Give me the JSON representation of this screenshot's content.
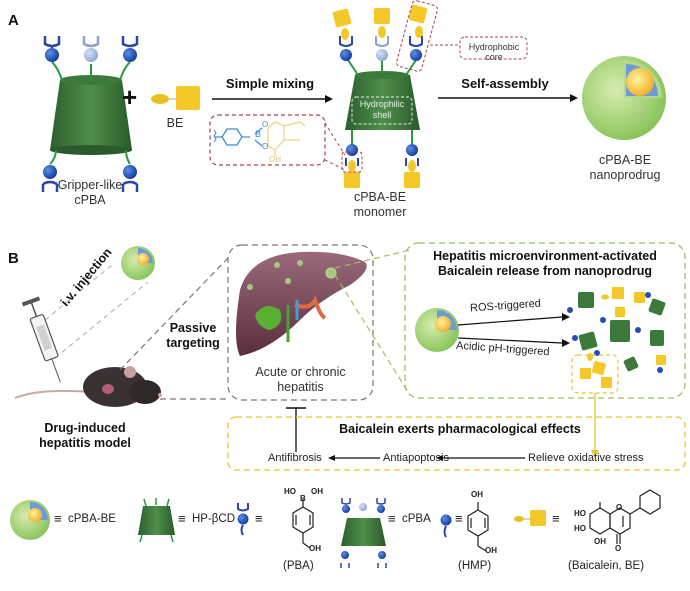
{
  "panels": {
    "a": {
      "label": "A",
      "gripper_label_1": "Gripper-like",
      "gripper_label_2": "cPBA",
      "plus": "+",
      "be_label": "BE",
      "simple_mixing": "Simple mixing",
      "self_assembly": "Self-assembly",
      "hydrophobic_core": "Hydrophobic core",
      "hydrophilic_shell_1": "Hydrophilic",
      "hydrophilic_shell_2": "shell",
      "monomer_label_1": "cPBA-BE",
      "monomer_label_2": "monomer",
      "nanoprodrug_label_1": "cPBA-BE",
      "nanoprodrug_label_2": "nanoprodrug",
      "structure": {
        "boron": "B",
        "o1": "O",
        "o2": "O",
        "oh": "OH"
      }
    },
    "b": {
      "label": "B",
      "iv_injection": "i.v. injection",
      "passive_targeting_1": "Passive",
      "passive_targeting_2": "targeting",
      "model_label_1": "Drug-induced",
      "model_label_2": "hepatitis model",
      "liver_label_1": "Acute or chronic",
      "liver_label_2": "hepatitis",
      "release_title_1": "Hepatitis microenvironment-activated",
      "release_title_2": "Baicalein release from nanoprodrug",
      "ros_triggered": "ROS-triggered",
      "acidic_triggered": "Acidic pH-triggered",
      "effects_title": "Baicalein exerts pharmacological effects",
      "effects": [
        "Antifibrosis",
        "Antiapoptosis",
        "Relieve oxidative stress"
      ]
    }
  },
  "legend": {
    "equiv": "≡",
    "items": [
      {
        "icon": "nanoparticle-icon",
        "label": "cPBA-BE"
      },
      {
        "icon": "cyclodextrin-icon",
        "label": "HP-βCD"
      },
      {
        "icon": "pba-ligand-icon",
        "label": "(PBA)"
      },
      {
        "icon": "cpba-icon",
        "label": "cPBA"
      },
      {
        "icon": "hmp-ligand-icon",
        "label": "(HMP)"
      },
      {
        "icon": "baicalein-icon",
        "label": "(Baicalein, BE)"
      }
    ],
    "pba_labels": {
      "ho": "HO",
      "oh": "OH",
      "b": "B",
      "ch2oh": "OH"
    },
    "hmp_labels": {
      "oh_top": "OH",
      "oh_bottom": "OH"
    },
    "be_labels": {
      "ho1": "HO",
      "ho2": "HO",
      "oh": "OH",
      "o_ring": "O",
      "o_keto": "O"
    }
  },
  "colors": {
    "green_dark": "#2f6b34",
    "green_light": "#9ccc6a",
    "blue": "#1f4fb8",
    "blue_light": "#9fb5dd",
    "yellow": "#f5c82a",
    "red_dash": "#b04050",
    "yellow_dash": "#e8c630",
    "gray_dash": "#777777",
    "liver": "#7a4a5a"
  }
}
